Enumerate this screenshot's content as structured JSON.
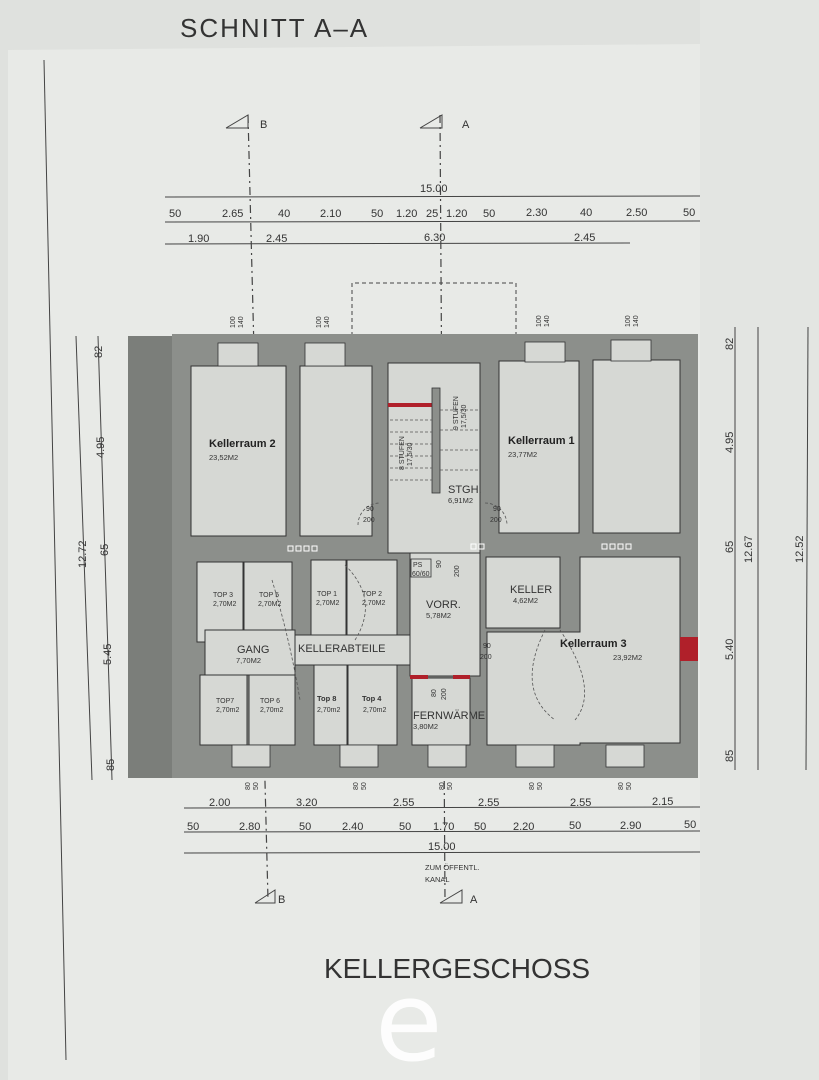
{
  "title": "SCHNITT A–A",
  "footer_title": "KELLERGESCHOSS",
  "logo": "e",
  "sections": {
    "b_label": "B",
    "a_label": "A"
  },
  "colors": {
    "paper": "#e8eae7",
    "wall": "#8c8f8b",
    "room": "#d6d8d4",
    "accent_red": "#b0202a",
    "logo": "#ffffff"
  },
  "dims_top": {
    "total": "15.00",
    "row1": [
      "50",
      "2.65",
      "40",
      "2.10",
      "50",
      "1.20",
      "25",
      "1.20",
      "50",
      "2.30",
      "40",
      "2.50",
      "50"
    ],
    "row2": [
      "1.90",
      "2.45",
      "6.30",
      "2.45"
    ]
  },
  "dims_bottom": {
    "row1": [
      "2.00",
      "3.20",
      "2.55",
      "2.55",
      "2.55",
      "2.15"
    ],
    "row2": [
      "50",
      "2.80",
      "50",
      "2.40",
      "50",
      "1.70",
      "50",
      "2.20",
      "50",
      "2.90",
      "50"
    ],
    "total": "15.00"
  },
  "dims_left": {
    "segments": [
      "82",
      "4.95",
      "65",
      "5.45",
      "85"
    ],
    "total": "12.72"
  },
  "dims_right": {
    "segments": [
      "82",
      "4.95",
      "65",
      "5.40",
      "85"
    ],
    "total": "12.67",
    "outer": "12.52"
  },
  "windows": {
    "top": "100",
    "top2": "140",
    "bottom": "80",
    "bottom2": "50"
  },
  "rooms": {
    "kellerraum2": {
      "name": "Kellerraum 2",
      "area": "23,52M2"
    },
    "kellerraum1": {
      "name": "Kellerraum 1",
      "area": "23,77M2"
    },
    "kellerraum3": {
      "name": "Kellerraum 3",
      "area": "23,92M2"
    },
    "stgh": {
      "name": "STGH.",
      "area": "6,91M2"
    },
    "keller": {
      "name": "KELLER",
      "area": "4,62M2"
    },
    "vorr": {
      "name": "VORR.",
      "area": "5,78M2"
    },
    "fernwaerme": {
      "name": "FERNWÄRME",
      "area": "3,80M2"
    },
    "gang": {
      "name": "GANG",
      "area": "7,70M2"
    },
    "kellerabteile": {
      "name": "KELLERABTEILE"
    },
    "top3": {
      "name": "TOP 3",
      "area": "2,70M2"
    },
    "top5": {
      "name": "TOP 5",
      "area": "2,70M2"
    },
    "top1": {
      "name": "TOP 1",
      "area": "2,70M2"
    },
    "top2": {
      "name": "TOP 2",
      "area": "2,70M2"
    },
    "top7": {
      "name": "TOP7",
      "area": "2,70m2"
    },
    "top6": {
      "name": "TOP 6",
      "area": "2,70m2"
    },
    "top8": {
      "name": "Top 8",
      "area": "2,70m2"
    },
    "top4": {
      "name": "Top 4",
      "area": "2,70m2"
    }
  },
  "stairs": {
    "flight1": "8 STUFEN",
    "flight1_ratio": "17,5/30",
    "flight2": "9 STUFEN",
    "flight2_ratio": "17,5/30"
  },
  "doors": {
    "w": "90",
    "h": "200",
    "ps": "PS",
    "ps_size": "60/60",
    "d80": "80"
  },
  "canal_note": {
    "line1": "ZUM ÖFFENTL.",
    "line2": "KANAL"
  }
}
